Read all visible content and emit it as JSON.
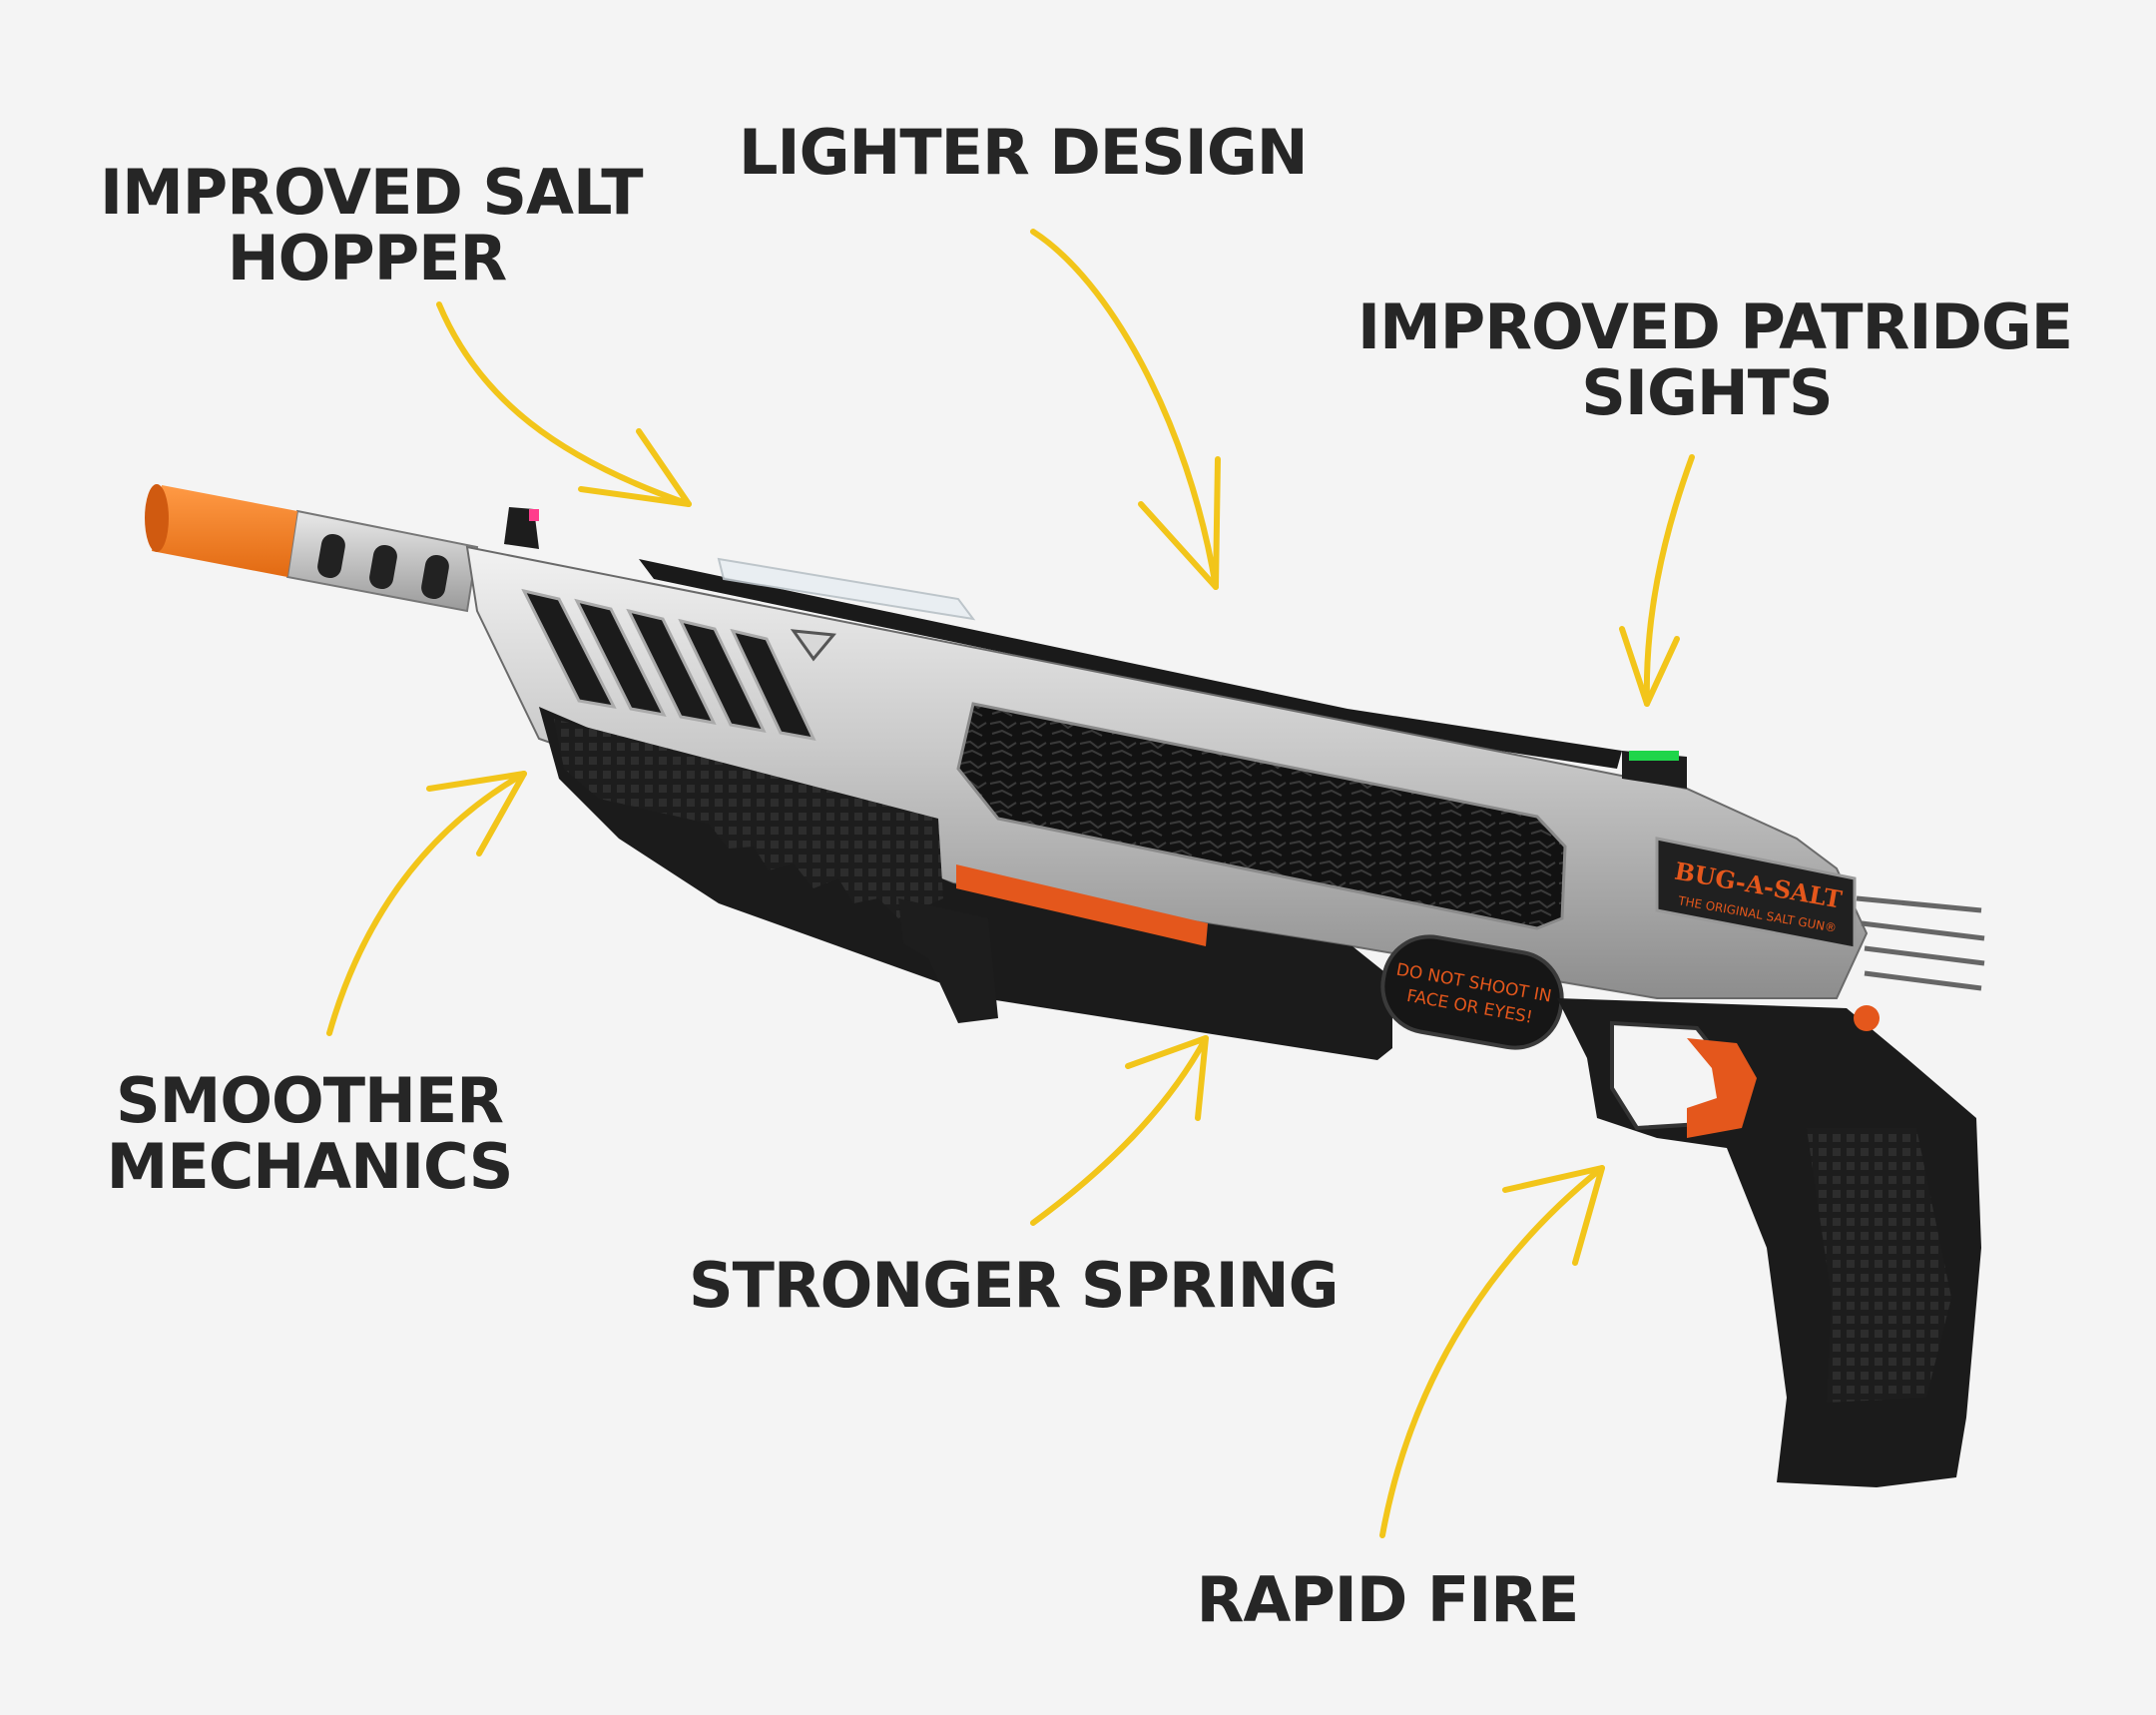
{
  "callouts": {
    "hopper": {
      "line1": "IMPROVED SALT",
      "line2": "HOPPER"
    },
    "lighter": {
      "line1": "LIGHTER DESIGN"
    },
    "sights": {
      "line1": "IMPROVED PATRIDGE",
      "line2": "SIGHTS"
    },
    "smoother": {
      "line1": "SMOOTHER",
      "line2": "MECHANICS"
    },
    "spring": {
      "line1": "STRONGER SPRING"
    },
    "rapid": {
      "line1": "RAPID FIRE"
    }
  },
  "product": {
    "brand": "BUG-A-SALT",
    "tagline": "THE ORIGINAL SALT GUN®",
    "warning_line1": "DO NOT SHOOT IN",
    "warning_line2": "FACE OR EYES!"
  },
  "colors": {
    "background": "#f4f4f4",
    "arrow": "#f2c51a",
    "text": "#262626",
    "accent_orange": "#e4571c",
    "muzzle_orange": "#f07a26"
  },
  "icons": [
    "arrow-icon"
  ]
}
